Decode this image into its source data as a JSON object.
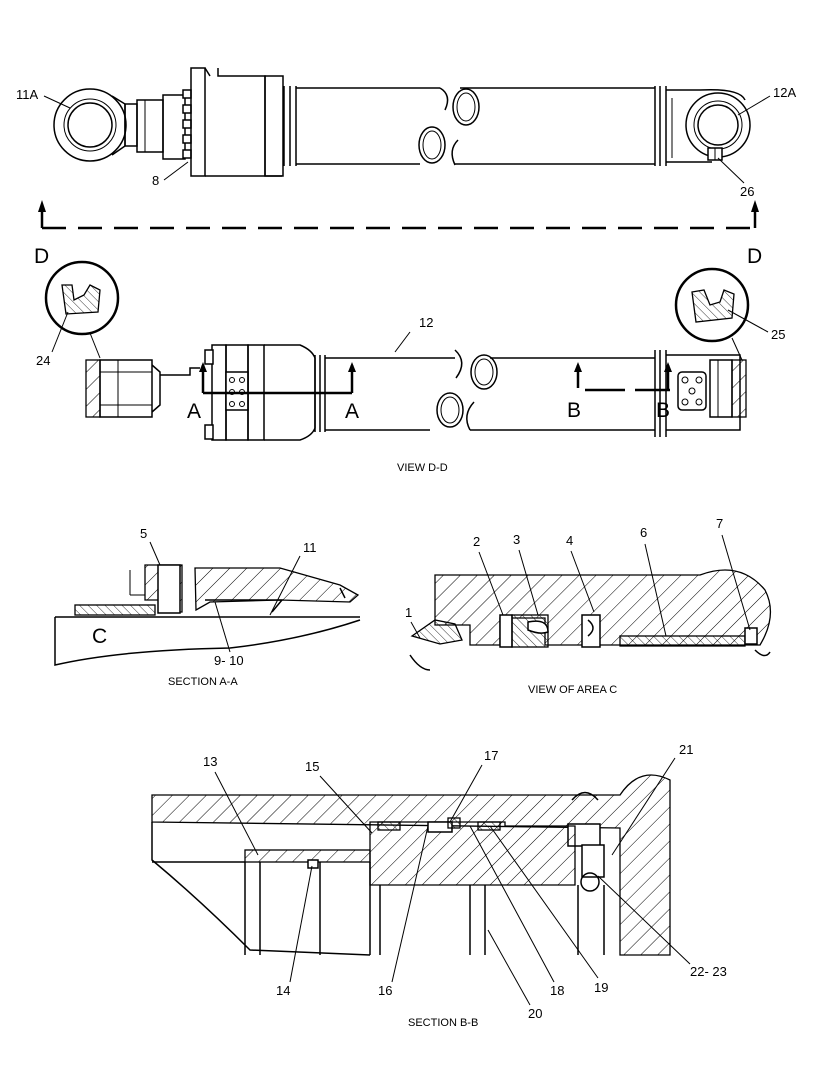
{
  "drawing": {
    "callouts": {
      "c11A": "11A",
      "c12A": "12A",
      "c8": "8",
      "c26": "26",
      "c24": "24",
      "c25": "25",
      "c12": "12",
      "c5": "5",
      "c11": "11",
      "c9_10": "9- 10",
      "c1": "1",
      "c2": "2",
      "c3": "3",
      "c4": "4",
      "c6": "6",
      "c7": "7",
      "c13": "13",
      "c14": "14",
      "c15": "15",
      "c16": "16",
      "c17": "17",
      "c18": "18",
      "c19": "19",
      "c20": "20",
      "c21": "21",
      "c22_23": "22- 23"
    },
    "section_letters": {
      "d_left": "D",
      "d_right": "D",
      "a_left": "A",
      "a_right": "A",
      "b_left": "B",
      "b_right": "B",
      "c_area": "C"
    },
    "captions": {
      "view_dd": "VIEW D-D",
      "section_aa": "SECTION A-A",
      "view_area_c": "VIEW OF AREA C",
      "section_bb": "SECTION B-B"
    }
  }
}
